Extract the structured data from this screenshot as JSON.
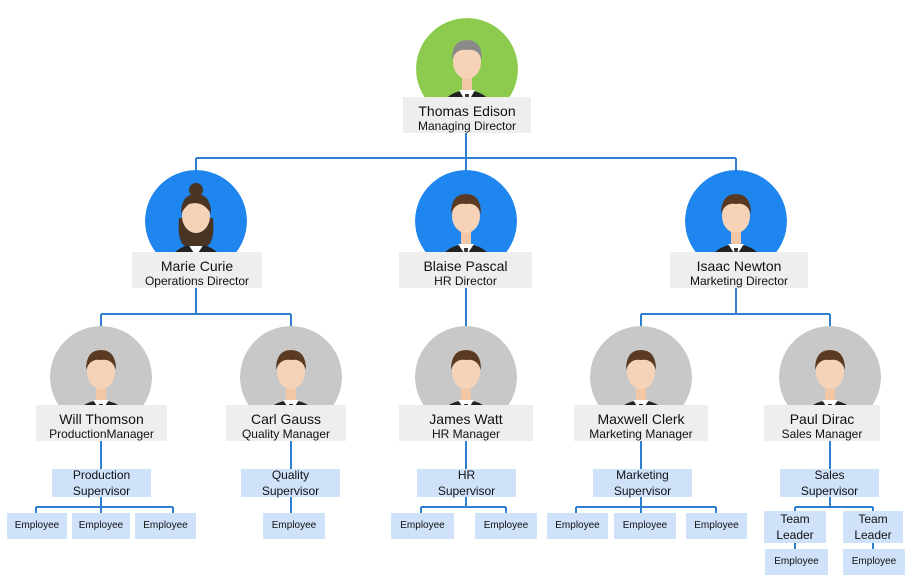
{
  "colors": {
    "line": "#2f7fd0",
    "top_circle": "#8dcb4f",
    "director_circle": "#1e86ee",
    "manager_circle": "#c8c8c8",
    "label_bg": "#eeeeee",
    "box_bg": "#cfe2fa"
  },
  "ceo": {
    "name": "Thomas Edison",
    "role": "Managing Director",
    "icon": "gray-haired-man-avatar-icon"
  },
  "directors": [
    {
      "name": "Marie Curie",
      "role": "Operations Director",
      "icon": "woman-avatar-icon"
    },
    {
      "name": "Blaise Pascal",
      "role": "HR Director",
      "icon": "man-avatar-icon"
    },
    {
      "name": "Isaac Newton",
      "role": "Marketing Director",
      "icon": "man-avatar-icon"
    }
  ],
  "managers": [
    {
      "name": "Will Thomson",
      "role": "ProductionManager"
    },
    {
      "name": "Carl Gauss",
      "role": "Quality Manager"
    },
    {
      "name": "James Watt",
      "role": "HR Manager"
    },
    {
      "name": "Maxwell Clerk",
      "role": "Marketing Manager"
    },
    {
      "name": "Paul Dirac",
      "role": "Sales Manager"
    }
  ],
  "supervisors": [
    {
      "line1": "Production",
      "line2": "Supervisor"
    },
    {
      "line1": "Quality",
      "line2": "Supervisor"
    },
    {
      "line1": "HR",
      "line2": "Supervisor"
    },
    {
      "line1": "Marketing",
      "line2": "Supervisor"
    },
    {
      "line1": "Sales",
      "line2": "Supervisor"
    }
  ],
  "employee_label": "Employee",
  "team_leaders": [
    {
      "line1": "Team",
      "line2": "Leader"
    },
    {
      "line1": "Team",
      "line2": "Leader"
    }
  ]
}
